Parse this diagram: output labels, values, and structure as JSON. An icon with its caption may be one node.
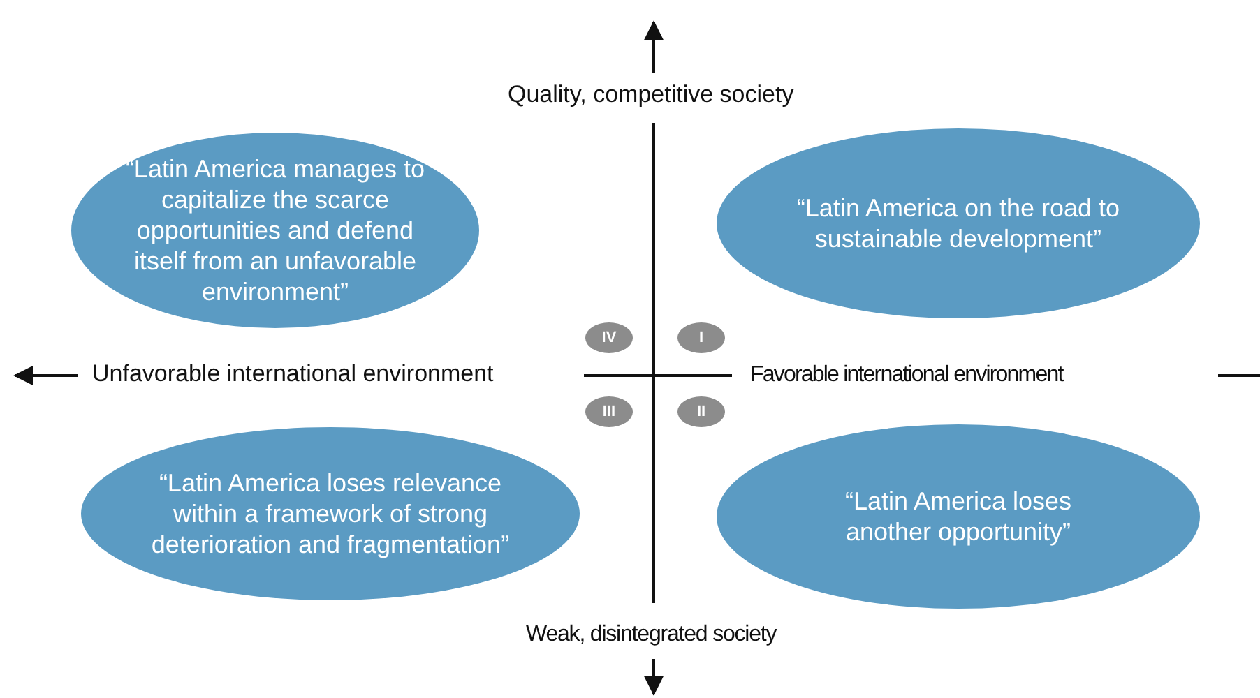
{
  "diagram": {
    "nodes": [
      {
        "text": [
          "“Latin America manages to capitalize the scarce opportunities and defend itself from an unfavorable environment”"
        ]
      },
      {
        "text": [
          "“Latin America on the road to sustainable development”"
        ]
      },
      {
        "text": [
          "IV"
        ]
      },
      {
        "text": [
          "I"
        ]
      },
      {
        "text": [
          "III"
        ]
      },
      {
        "text": [
          "II"
        ]
      },
      {
        "text": [
          "“Latin America loses relevance within a framework of strong deterioration and fragmentation”"
        ]
      },
      {
        "text": [
          "“Latin America loses another opportunity”"
        ]
      }
    ],
    "labels": [
      "Quality, competitive society",
      "Unfavorable international environment",
      "Favorable international environment",
      "Weak, disintegrated society"
    ]
  }
}
